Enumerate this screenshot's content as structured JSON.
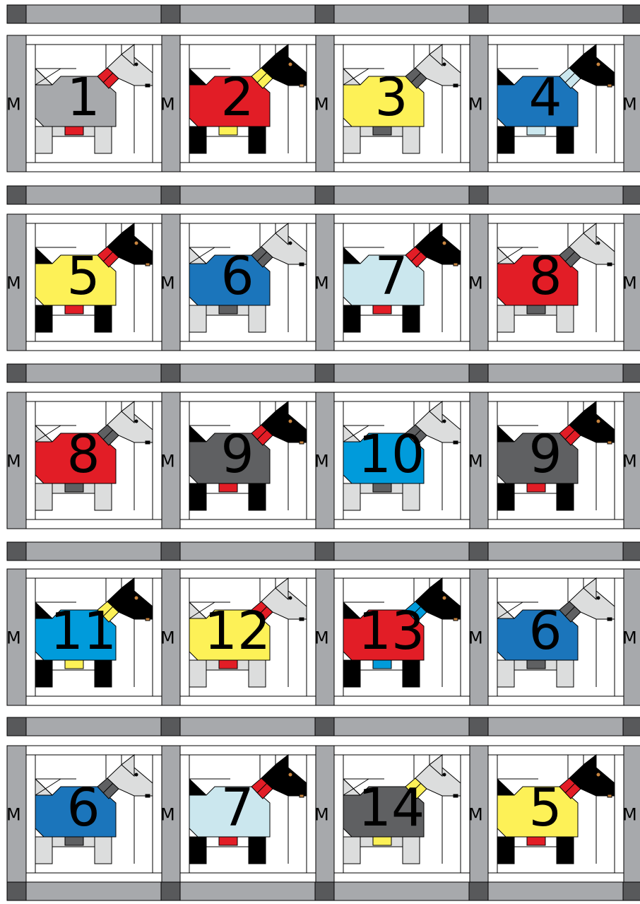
{
  "sashing_label": "M",
  "colors": {
    "sashing": "#a7a9ac",
    "cornerstone": "#58595b",
    "background": "#ffffff",
    "outline": "#000000",
    "red": "#e21d26",
    "yellow": "#fdf157",
    "gray": "#a7a9ac",
    "dark_gray": "#5f6062",
    "medium_blue": "#1b75bb",
    "bright_blue": "#009bdb",
    "light_blue": "#cbe7ee",
    "dog_black": "#000000",
    "dog_gray": "#dcdddd",
    "eye_orange": "#c9853f"
  },
  "blocks": [
    [
      {
        "number": "1",
        "dog": "gray",
        "coat": "gray",
        "collar": "red",
        "belt": "red"
      },
      {
        "number": "2",
        "dog": "black",
        "coat": "red",
        "collar": "yellow",
        "belt": "yellow"
      },
      {
        "number": "3",
        "dog": "gray",
        "coat": "yellow",
        "collar": "dark_gray",
        "belt": "dark_gray"
      },
      {
        "number": "4",
        "dog": "black",
        "coat": "medium_blue",
        "collar": "light_blue",
        "belt": "light_blue"
      }
    ],
    [
      {
        "number": "5",
        "dog": "black",
        "coat": "yellow",
        "collar": "red",
        "belt": "red"
      },
      {
        "number": "6",
        "dog": "gray",
        "coat": "medium_blue",
        "collar": "dark_gray",
        "belt": "dark_gray"
      },
      {
        "number": "7",
        "dog": "black",
        "coat": "light_blue",
        "collar": "red",
        "belt": "red"
      },
      {
        "number": "8",
        "dog": "gray",
        "coat": "red",
        "collar": "dark_gray",
        "belt": "dark_gray"
      }
    ],
    [
      {
        "number": "8",
        "dog": "gray",
        "coat": "red",
        "collar": "dark_gray",
        "belt": "dark_gray"
      },
      {
        "number": "9",
        "dog": "black",
        "coat": "dark_gray",
        "collar": "red",
        "belt": "red"
      },
      {
        "number": "10",
        "dog": "gray",
        "coat": "bright_blue",
        "collar": "dark_gray",
        "belt": "dark_gray"
      },
      {
        "number": "9",
        "dog": "black",
        "coat": "dark_gray",
        "collar": "red",
        "belt": "red"
      }
    ],
    [
      {
        "number": "11",
        "dog": "black",
        "coat": "bright_blue",
        "collar": "yellow",
        "belt": "yellow"
      },
      {
        "number": "12",
        "dog": "gray",
        "coat": "yellow",
        "collar": "red",
        "belt": "red"
      },
      {
        "number": "13",
        "dog": "black",
        "coat": "red",
        "collar": "bright_blue",
        "belt": "bright_blue"
      },
      {
        "number": "6",
        "dog": "gray",
        "coat": "medium_blue",
        "collar": "dark_gray",
        "belt": "dark_gray"
      }
    ],
    [
      {
        "number": "6",
        "dog": "gray",
        "coat": "medium_blue",
        "collar": "dark_gray",
        "belt": "dark_gray"
      },
      {
        "number": "7",
        "dog": "black",
        "coat": "light_blue",
        "collar": "red",
        "belt": "red"
      },
      {
        "number": "14",
        "dog": "gray",
        "coat": "dark_gray",
        "collar": "yellow",
        "belt": "yellow"
      },
      {
        "number": "5",
        "dog": "black",
        "coat": "yellow",
        "collar": "red",
        "belt": "red"
      }
    ]
  ]
}
